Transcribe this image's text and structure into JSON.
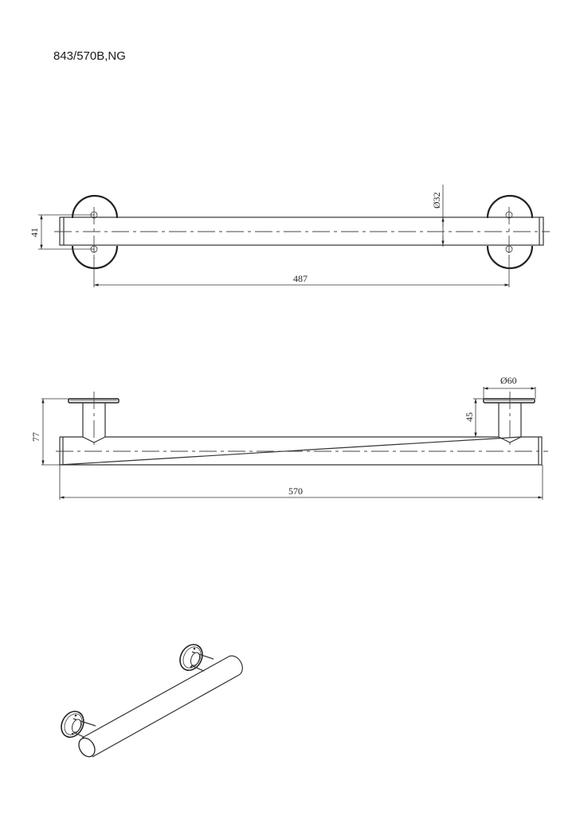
{
  "drawing": {
    "title": "843/570B,NG",
    "views": {
      "top_view": {
        "dimensions": {
          "height": "41",
          "tube_diameter": "Ø32",
          "mount_spacing": "487"
        }
      },
      "front_view": {
        "dimensions": {
          "total_height": "77",
          "rosette_diameter": "Ø60",
          "standoff": "45",
          "overall_length": "570"
        }
      },
      "isometric_view": {
        "label": ""
      }
    },
    "colors": {
      "line": "#333333",
      "background": "#ffffff"
    }
  }
}
